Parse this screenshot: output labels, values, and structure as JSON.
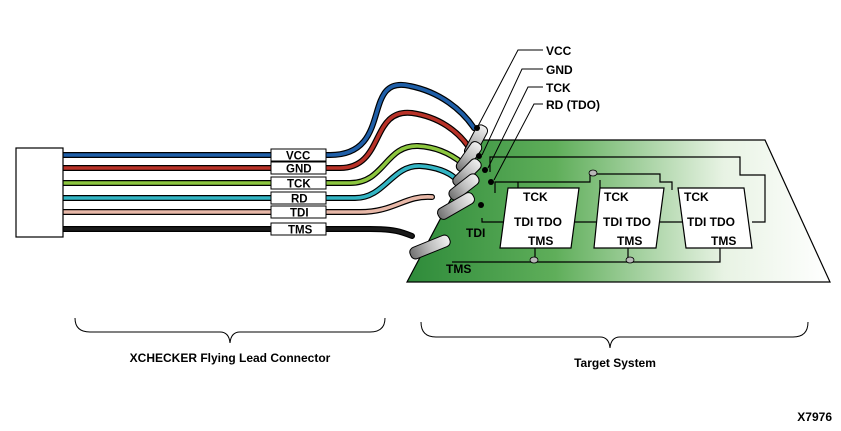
{
  "wire_labels": [
    "VCC",
    "GND",
    "TCK",
    "RD",
    "TDI",
    "TMS"
  ],
  "callout_labels": [
    "VCC",
    "GND",
    "TCK",
    "RD (TDO)"
  ],
  "probe_labels": {
    "tdi": "TDI",
    "tms": "TMS"
  },
  "chip_labels": {
    "tck": "TCK",
    "tdi_tdo": "TDI TDO",
    "tms": "TMS"
  },
  "captions": {
    "left": "XCHECKER Flying Lead Connector",
    "right": "Target System"
  },
  "figure_id": "X7976",
  "colors": {
    "vcc": "#1f5fa8",
    "gnd": "#b83228",
    "tck": "#8cc63f",
    "rd": "#33b5c4",
    "tdi": "#e8b8a8",
    "tms": "#1a1a1a",
    "board_dark": "#2e8b3a",
    "board_light": "#ffffff"
  },
  "icons": {
    "connector": "connector-block-icon",
    "probe": "probe-clip-icon",
    "chip": "ic-chip-icon"
  }
}
